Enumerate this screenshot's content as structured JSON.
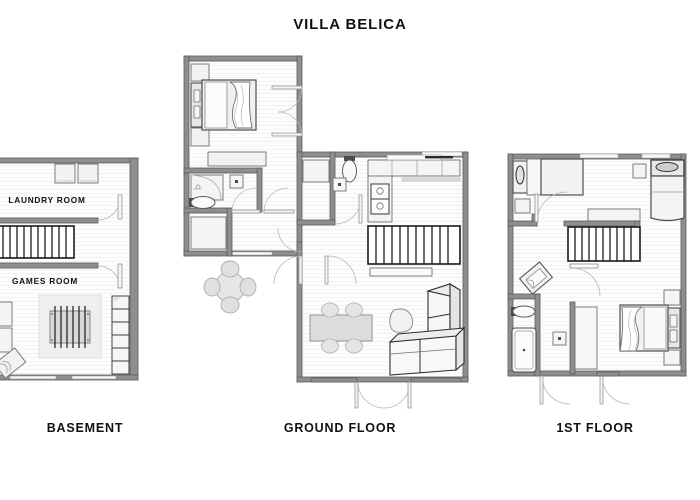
{
  "title": "VILLA BELICA",
  "floors": [
    {
      "id": "basement",
      "caption": "BASEMENT",
      "rooms": [
        {
          "name": "LAUNDRY ROOM",
          "label": "LAUNDRY ROOM"
        },
        {
          "name": "GAMES ROOM",
          "label": "GAMES ROOM"
        }
      ],
      "features": [
        "staircase",
        "shelving-units",
        "armchairs",
        "side-table",
        "foosball-table",
        "washer-dryer",
        "doors"
      ]
    },
    {
      "id": "ground-floor",
      "caption": "GROUND FLOOR",
      "rooms": [],
      "features": [
        "bedroom-bed",
        "nightstands",
        "dresser",
        "bathroom-shower",
        "bathroom-toilet",
        "wc-toilet",
        "kitchen-counter",
        "kitchen-sink",
        "staircase",
        "dining-table",
        "dining-chairs",
        "armchair",
        "corner-sofa",
        "shelving-unit",
        "patio-table",
        "patio-chairs",
        "french-doors"
      ]
    },
    {
      "id": "first-floor",
      "caption": "1ST FLOOR",
      "rooms": [],
      "features": [
        "bedroom-single-bed",
        "bedroom-double-bed",
        "bedroom-bed-top-right",
        "nightstands",
        "dresser",
        "bathroom-bathtub",
        "bathroom-toilet",
        "side-table",
        "staircase",
        "wardrobe",
        "doors"
      ]
    }
  ],
  "colors": {
    "wall": "#8e8e8e",
    "wall_outline": "#5d5d5d",
    "floor_fill": "#fdfdfd",
    "furniture_stroke": "#6f6f6f",
    "furniture_fill": "#f0f0f0",
    "stair_stroke": "#1a1a1a",
    "text": "#111111",
    "background": "#ffffff"
  }
}
